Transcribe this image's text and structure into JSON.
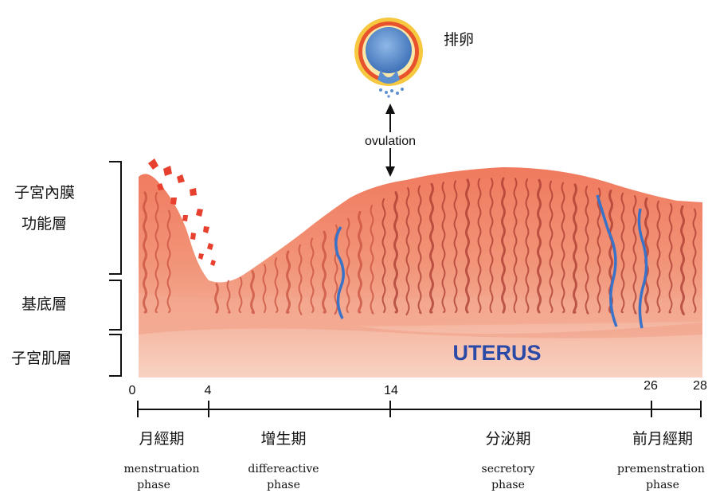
{
  "ovulation": {
    "label_cn": "排卵",
    "label_en": "ovulation"
  },
  "layers": [
    {
      "id": "functional",
      "label_lines": [
        "子宮內膜",
        "功能層"
      ]
    },
    {
      "id": "basal",
      "label_lines": [
        "基底層"
      ]
    },
    {
      "id": "myometrium",
      "label_lines": [
        "子宮肌層"
      ]
    }
  ],
  "uterus_label": "UTERUS",
  "timeline": {
    "ticks": [
      {
        "day": 0,
        "label": "0"
      },
      {
        "day": 4,
        "label": "4"
      },
      {
        "day": 14,
        "label": "14"
      },
      {
        "day": 26,
        "label": "26"
      },
      {
        "day": 28,
        "label": "28"
      }
    ]
  },
  "phases": [
    {
      "cn": "月經期",
      "en_lines": [
        "menstruation",
        "phase"
      ]
    },
    {
      "cn": "增生期",
      "en_lines": [
        "differeactive",
        "phase"
      ]
    },
    {
      "cn": "分泌期",
      "en_lines": [
        "secretory",
        "phase"
      ]
    },
    {
      "cn": "前月經期",
      "en_lines": [
        "premenstration",
        "phase"
      ]
    }
  ],
  "colors": {
    "tissue": "#f08a70",
    "tissue_light": "#f6b39e",
    "gland_dark": "#b8443a",
    "vessel": "#3a72c8",
    "uterus_text": "#2b4aa8",
    "ovum": "#5b8fd0"
  }
}
